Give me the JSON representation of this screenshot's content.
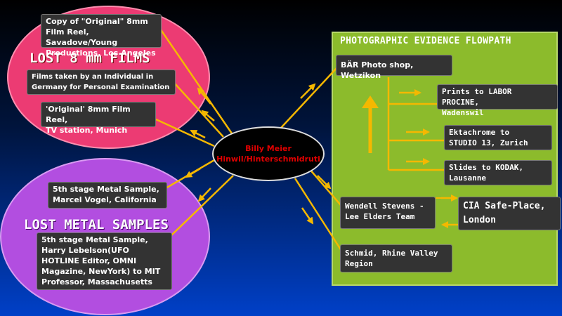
{
  "center": {
    "line1": "Billy Meier",
    "line2": "Hinwil/Hinterschmidruti"
  },
  "films": {
    "title": "LOST 8 mm FILMS",
    "items": [
      "Copy of \"Original\" 8mm\nFilm Reel, Savadove/Young\nProductions, Los Angeles",
      "Films taken by an Individual in\nGermany for Personal Examination",
      "'Original' 8mm Film Reel,\nTV station, Munich"
    ]
  },
  "metals": {
    "title": "LOST METAL SAMPLES",
    "items": [
      "5th stage Metal Sample,\nMarcel Vogel, California",
      "5th stage Metal Sample,\nHarry Lebelson(UFO\nHOTLINE Editor, OMNI\nMagazine, NewYork) to MIT\nProfessor, Massachusetts"
    ]
  },
  "flowpath": {
    "title": "PHOTOGRAPHIC EVIDENCE FLOWPATH",
    "shop": "BÄR Photo shop, Wetzikon",
    "outputs": [
      "Prints to LABOR PROCINE,\nWadenswil",
      "Ektachrome to\nSTUDIO 13, Zurich",
      "Slides to KODAK,\nLausanne"
    ],
    "team": "Wendell Stevens -\nLee Elders Team",
    "cia": "CIA Safe-Place,\nLondon",
    "schmid": "Schmid, Rhine Valley\nRegion"
  },
  "colors": {
    "arrow": "#f5b800",
    "connector": "#f5b800",
    "films_blob": "#ec3b73",
    "metal_blob": "#b24ee0",
    "panel": "#8cbb2c",
    "box": "#333333",
    "center_text": "#e00000"
  }
}
